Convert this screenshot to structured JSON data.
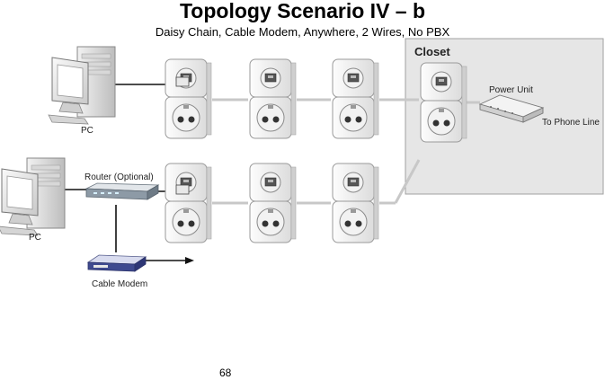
{
  "page": {
    "title": "Topology Scenario IV – b",
    "subtitle": "Daisy Chain, Cable Modem, Anywhere, 2 Wires, No PBX",
    "page_number": "68"
  },
  "diagram": {
    "closet_label": "Closet",
    "power_unit_label": "Power Unit",
    "phone_line_label": "To Phone Line",
    "pc_top_label": "PC",
    "pc_bottom_label": "PC",
    "router_label": "Router (Optional)",
    "cable_modem_label": "Cable Modem"
  },
  "colors": {
    "closet_fill": "#e6e6e6",
    "link": "#c8c8c8",
    "cable": "#111111"
  }
}
